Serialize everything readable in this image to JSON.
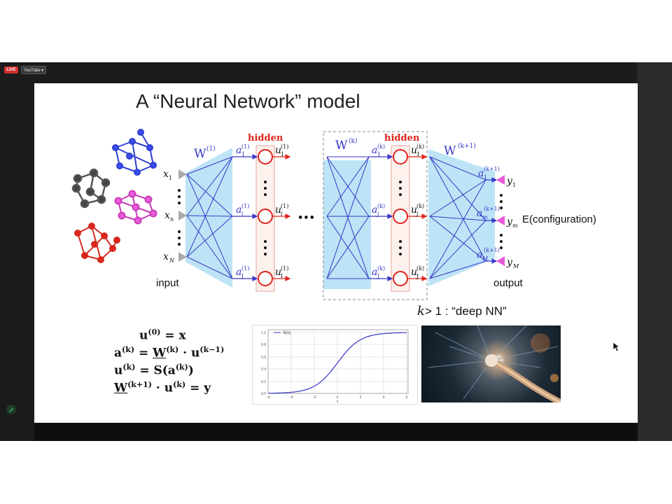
{
  "overlay": {
    "live_badge": "LIVE",
    "source_select": "YouTube"
  },
  "slide": {
    "title": "A “Neural Network” model",
    "network": {
      "hidden_label": "hidden",
      "w_first": "W",
      "w_first_sup": "(1)",
      "w_k": "W",
      "w_k_sup": "(k)",
      "w_kp1": "W",
      "w_kp1_sup": "(k+1)",
      "inputs": [
        "x",
        "x",
        "x"
      ],
      "input_subs": [
        "1",
        "n",
        "N"
      ],
      "input_label": "input",
      "output_label": "output",
      "energy_label": "E(configuration)",
      "ellipsis": "•••",
      "layer1_a": [
        "a",
        "a",
        "a"
      ],
      "layer1_a_subs": [
        "1",
        "i",
        "I"
      ],
      "layer1_u_subs": [
        "1",
        "i",
        "I"
      ],
      "layerk_a_subs": [
        "1",
        "j",
        "J"
      ],
      "layerk_u_subs": [
        "1",
        "j",
        "J"
      ],
      "out_a_subs": [
        "1",
        "m",
        "M"
      ],
      "outputs": [
        "y",
        "y",
        "y"
      ],
      "output_subs": [
        "1",
        "m",
        "M"
      ],
      "sup_1": "(1)",
      "sup_k": "(k)",
      "sup_kp1": "(k+1)",
      "deep_note_k": "k",
      "deep_note_rest": " > 1 : “deep NN”"
    },
    "equations": {
      "eq1_left": "u",
      "eq1_sup": "(0)",
      "eq1_right": " = x",
      "eq2_left": "a",
      "eq2_sup": "(k)",
      "eq2_mid": " = ",
      "eq2_w": "W",
      "eq2_wsup": "(k)",
      "eq2_dot": " · u",
      "eq2_usup": "(k−1)",
      "eq3_left": "u",
      "eq3_sup": "(k)",
      "eq3_mid": " = S(a",
      "eq3_asup": "(k)",
      "eq3_end": ")",
      "eq4_w": "W",
      "eq4_wsup": "(k+1)",
      "eq4_mid": " · u",
      "eq4_usup": "(k)",
      "eq4_end": " = y"
    },
    "sigmoid_plot": {
      "legend": "S(x)",
      "xticks": [
        "−6",
        "−4",
        "−2",
        "0",
        "2",
        "4",
        "6"
      ],
      "yticks": [
        "0.0",
        "0.2",
        "0.4",
        "0.6",
        "0.8",
        "1.0"
      ],
      "xlabel": "x"
    }
  },
  "colors": {
    "blue": "#3737c8",
    "red": "#e0241b",
    "panel": "#bde4f6",
    "magenta": "#e85bd9"
  }
}
